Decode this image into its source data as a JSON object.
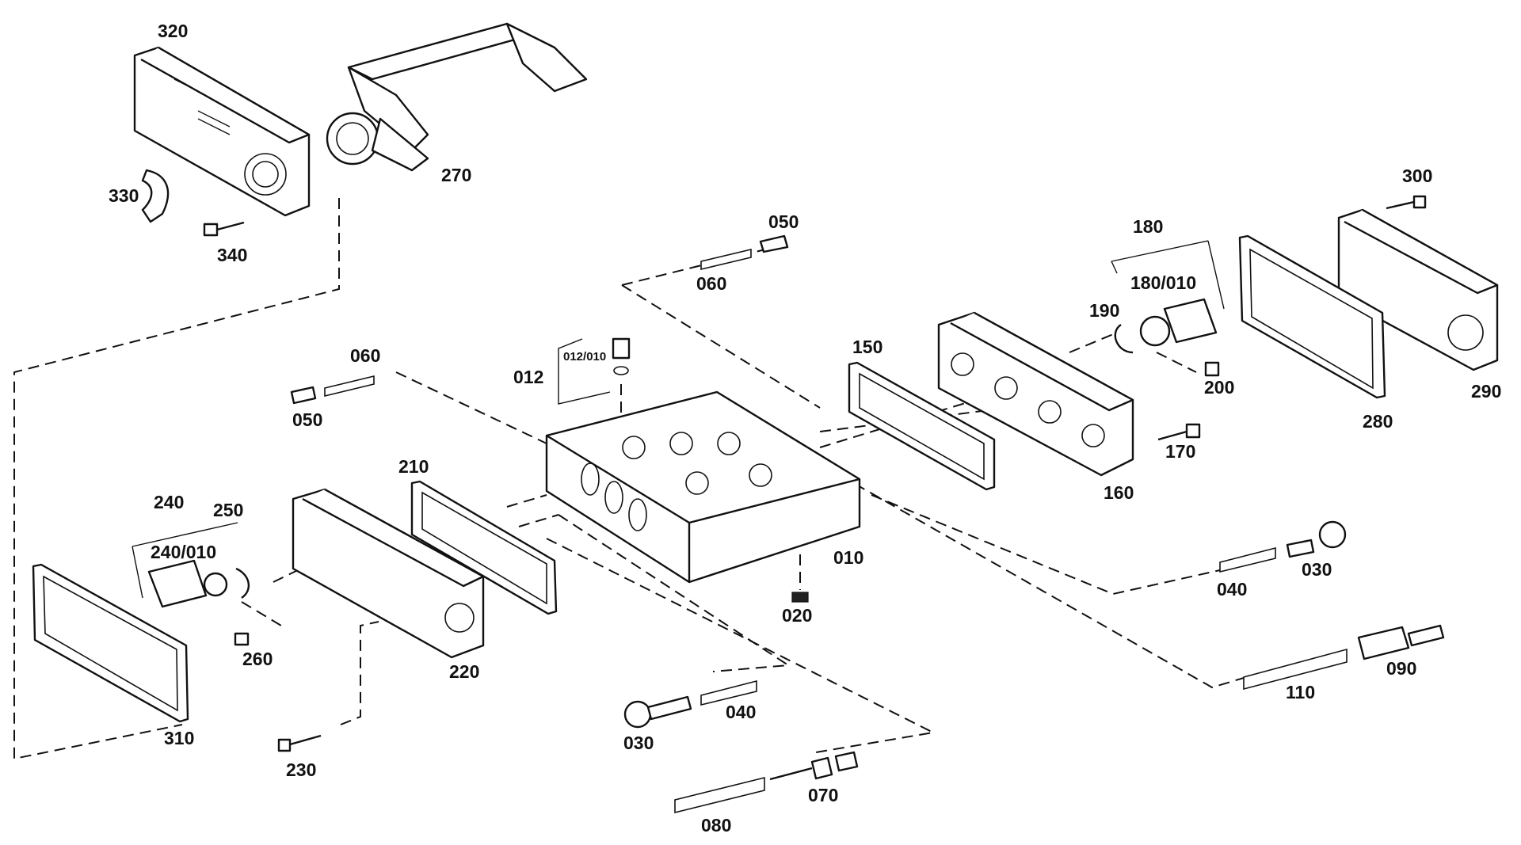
{
  "callouts": {
    "p320": "320",
    "p270": "270",
    "p330": "330",
    "p340": "340",
    "p050a": "050",
    "p060a": "060",
    "p180": "180",
    "p180_010": "180/010",
    "p190": "190",
    "p300": "300",
    "p012": "012",
    "p012_010": "012/010",
    "p150": "150",
    "p060b": "060",
    "p050b": "050",
    "p200": "200",
    "p280": "280",
    "p290": "290",
    "p170": "170",
    "p160": "160",
    "p210": "210",
    "p240": "240",
    "p250": "250",
    "p240_010": "240/010",
    "p010": "010",
    "p020": "020",
    "p030a": "030",
    "p040a": "040",
    "p260": "260",
    "p220": "220",
    "p310": "310",
    "p230": "230",
    "p030b": "030",
    "p040b": "040",
    "p110": "110",
    "p090": "090",
    "p070": "070",
    "p080": "080"
  }
}
